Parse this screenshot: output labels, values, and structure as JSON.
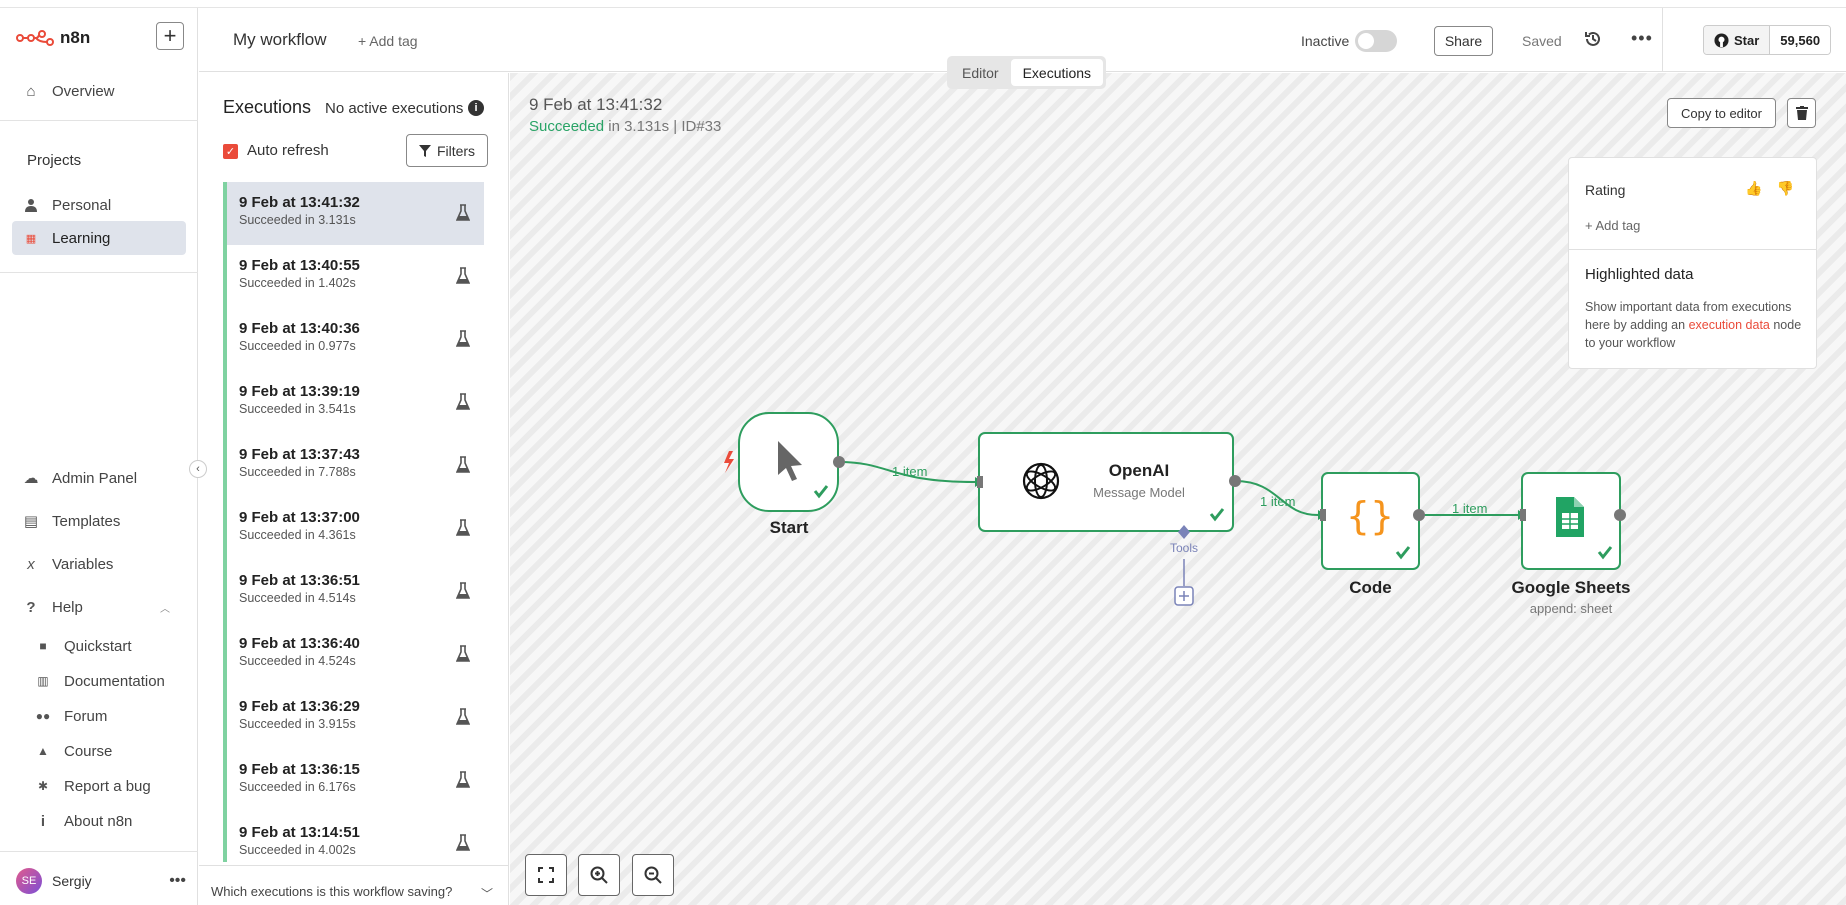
{
  "app": {
    "name": "n8n"
  },
  "sidebar": {
    "overview": "Overview",
    "projects_heading": "Projects",
    "projects": [
      {
        "label": "Personal"
      },
      {
        "label": "Learning"
      }
    ],
    "bottom": [
      {
        "label": "Admin Panel"
      },
      {
        "label": "Templates"
      },
      {
        "label": "Variables"
      },
      {
        "label": "Help"
      }
    ],
    "help_items": [
      {
        "label": "Quickstart"
      },
      {
        "label": "Documentation"
      },
      {
        "label": "Forum"
      },
      {
        "label": "Course"
      },
      {
        "label": "Report a bug"
      },
      {
        "label": "About n8n"
      }
    ],
    "user": {
      "initials": "SE",
      "name": "Sergiy"
    }
  },
  "header": {
    "workflow_name": "My workflow",
    "add_tag": "+ Add tag",
    "status_label": "Inactive",
    "share": "Share",
    "saved": "Saved",
    "github_star": "Star",
    "github_count": "59,560",
    "tabs": [
      {
        "label": "Editor"
      },
      {
        "label": "Executions"
      }
    ]
  },
  "executions": {
    "title": "Executions",
    "active_status": "No active executions",
    "auto_refresh": "Auto refresh",
    "filters": "Filters",
    "items": [
      {
        "date": "9 Feb at 13:41:32",
        "status": "Succeeded in 3.131s"
      },
      {
        "date": "9 Feb at 13:40:55",
        "status": "Succeeded in 1.402s"
      },
      {
        "date": "9 Feb at 13:40:36",
        "status": "Succeeded in 0.977s"
      },
      {
        "date": "9 Feb at 13:39:19",
        "status": "Succeeded in 3.541s"
      },
      {
        "date": "9 Feb at 13:37:43",
        "status": "Succeeded in 7.788s"
      },
      {
        "date": "9 Feb at 13:37:00",
        "status": "Succeeded in 4.361s"
      },
      {
        "date": "9 Feb at 13:36:51",
        "status": "Succeeded in 4.514s"
      },
      {
        "date": "9 Feb at 13:36:40",
        "status": "Succeeded in 4.524s"
      },
      {
        "date": "9 Feb at 13:36:29",
        "status": "Succeeded in 3.915s"
      },
      {
        "date": "9 Feb at 13:36:15",
        "status": "Succeeded in 6.176s"
      },
      {
        "date": "9 Feb at 13:14:51",
        "status": "Succeeded in 4.002s"
      }
    ],
    "footer_question": "Which executions is this workflow saving?"
  },
  "detail": {
    "date": "9 Feb at 13:41:32",
    "status_word": "Succeeded",
    "duration": " in 3.131s | ID#33",
    "copy_to_editor": "Copy to editor",
    "rating_title": "Rating",
    "rating_add_tag": "+ Add tag",
    "highlight_title": "Highlighted data",
    "highlight_text_1": "Show important data from executions here by adding an ",
    "highlight_link": "execution data",
    "highlight_text_2": " node to your workflow"
  },
  "nodes": {
    "start": {
      "label": "Start"
    },
    "openai": {
      "label": "OpenAI",
      "sub": "Message Model",
      "tools": "Tools"
    },
    "code": {
      "label": "Code"
    },
    "sheets": {
      "label": "Google Sheets",
      "sub": "append: sheet"
    },
    "edge_labels": [
      "1 item",
      "1 item",
      "1 item"
    ]
  },
  "colors": {
    "accent": "#ea4b3a",
    "success": "#29a366",
    "node_border": "#2e9d5e"
  }
}
